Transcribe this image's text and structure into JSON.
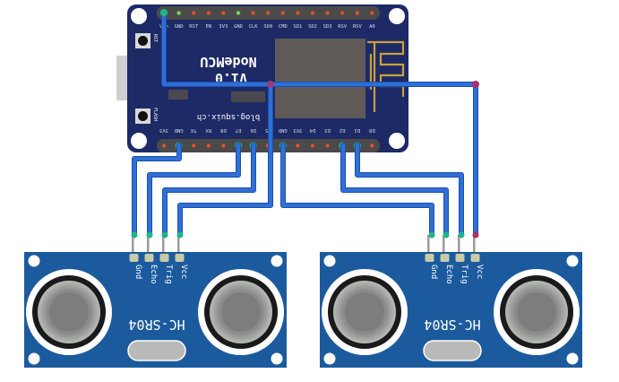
{
  "board": {
    "name": "NodeMCU",
    "version": "V1.0",
    "website": "blog.squix.ch",
    "buttons": [
      "RST",
      "FLASH"
    ],
    "top_pins": [
      "Vin",
      "GND",
      "RST",
      "EN",
      "3V3",
      "GND",
      "CLK",
      "SD0",
      "CMD",
      "SD1",
      "SD2",
      "SD3",
      "RSV",
      "RSV",
      "A0"
    ],
    "bottom_pins": [
      "3V3",
      "GND",
      "TX",
      "RX",
      "D8",
      "D7",
      "D6",
      "D5",
      "GND",
      "3V3",
      "D4",
      "D3",
      "D2",
      "D1",
      "D0"
    ],
    "colors": {
      "pcb": "#1d2a66",
      "chip": "#5f5a58",
      "antenna": "#c9a13a"
    }
  },
  "sensors": [
    {
      "name": "HC-SR04",
      "pins": [
        "Gnd",
        "Echo",
        "Trig",
        "Vcc"
      ]
    },
    {
      "name": "HC-SR04",
      "pins": [
        "Gnd",
        "Echo",
        "Trig",
        "Vcc"
      ]
    }
  ],
  "connections": [
    {
      "from": "NodeMCU.Vin",
      "to": "Sensor2.Vcc"
    },
    {
      "from": "NodeMCU.Vin",
      "to": "Sensor1.Vcc"
    },
    {
      "from": "NodeMCU.GND",
      "to": "Sensor1.Gnd"
    },
    {
      "from": "NodeMCU.D7",
      "to": "Sensor1.Echo"
    },
    {
      "from": "NodeMCU.D6",
      "to": "Sensor1.Trig"
    },
    {
      "from": "NodeMCU.GND",
      "to": "Sensor2.Gnd"
    },
    {
      "from": "NodeMCU.D2",
      "to": "Sensor2.Echo"
    },
    {
      "from": "NodeMCU.D1",
      "to": "Sensor2.Trig"
    }
  ],
  "wire_color": "#2f6fd6",
  "sensor_pcb_color": "#1c5a9e"
}
